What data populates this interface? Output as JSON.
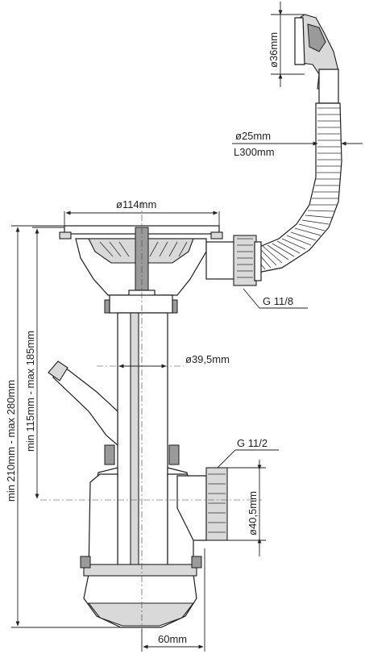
{
  "labels": {
    "outlet_diameter": "ø36mm",
    "hose_diameter": "ø25mm",
    "hose_length": "L300mm",
    "strainer_diameter": "ø114mm",
    "thread_top": "G 11/8",
    "pipe_diameter": "ø39,5mm",
    "thread_side": "G 11/2",
    "side_outlet_diameter": "ø40,5mm",
    "height_total": "min 210mm - max 280mm",
    "height_inner": "min 115mm - max 185mm",
    "offset_width": "60mm"
  },
  "colors": {
    "line": "#1e1e1e",
    "fill_light": "#ffffff",
    "fill_grey": "#d9d9d9"
  }
}
